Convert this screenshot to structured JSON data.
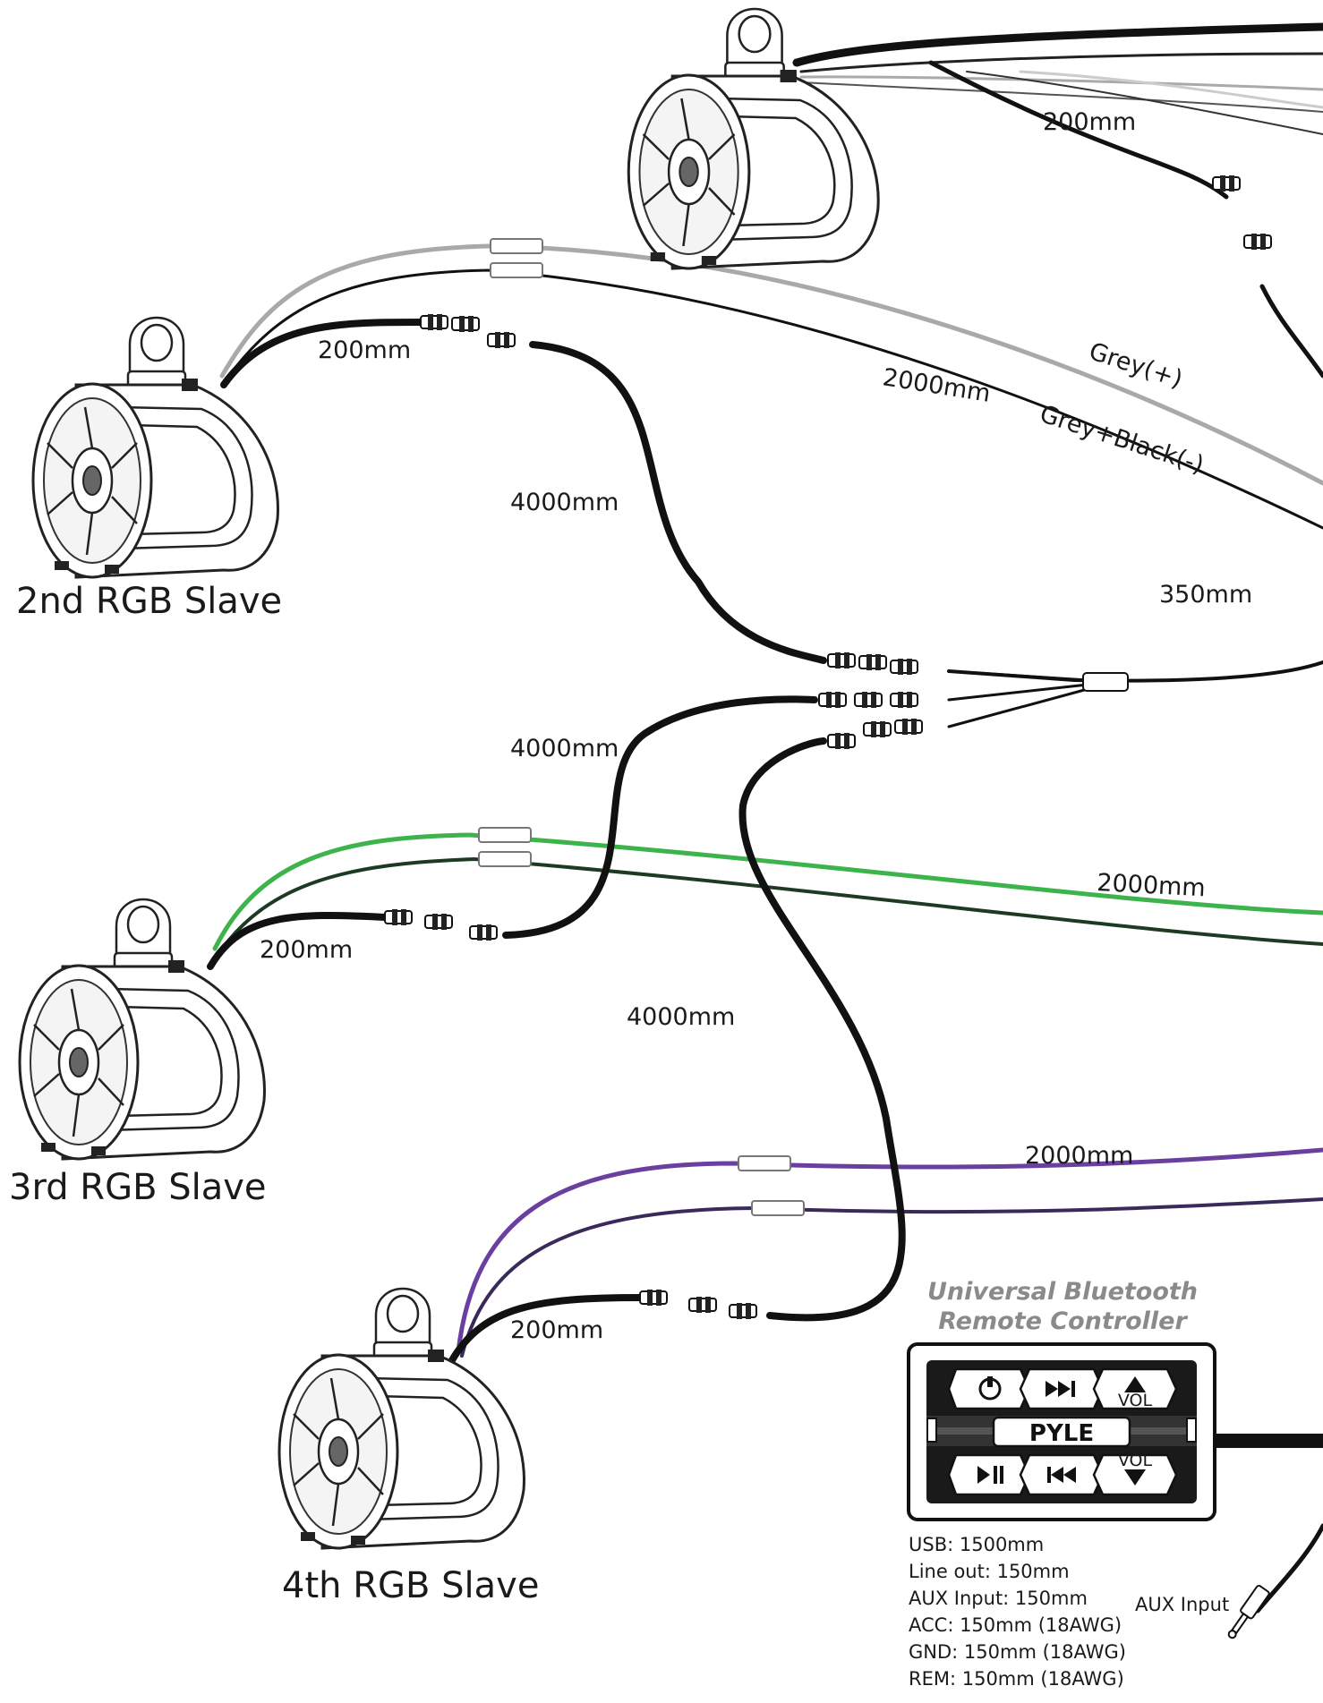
{
  "speakers": {
    "slave2": "2nd RGB Slave",
    "slave3": "3rd RGB Slave",
    "slave4": "4th RGB Slave"
  },
  "lengths": {
    "master_lead": "200mm",
    "slave2_lead": "200mm",
    "slave2_ext": "4000mm",
    "slave2_wire": "2000mm",
    "splitter": "350mm",
    "slave3_ext": "4000mm",
    "slave3_lead": "200mm",
    "slave3_wire": "2000mm",
    "slave4_ext": "4000mm",
    "slave4_wire": "2000mm",
    "slave4_lead": "200mm"
  },
  "wire_labels": {
    "grey_pos": "Grey(+)",
    "grey_neg": "Grey+Black(-)"
  },
  "controller": {
    "title_line1": "Universal Bluetooth",
    "title_line2": "Remote Controller",
    "brand": "PYLE",
    "vol_label": "VOL",
    "specs": [
      "USB: 1500mm",
      "Line out: 150mm",
      "AUX Input: 150mm",
      "ACC: 150mm (18AWG)",
      "GND: 150mm (18AWG)",
      "REM: 150mm (18AWG)"
    ],
    "aux_label": "AUX Input"
  },
  "colors": {
    "grey_wire": "#a9a9a9",
    "black_wire": "#111111",
    "green_wire": "#3cb44b",
    "dark_green_wire": "#1d3a22",
    "purple_wire": "#6a3fa0",
    "dark_purple_wire": "#3a2a5a"
  }
}
